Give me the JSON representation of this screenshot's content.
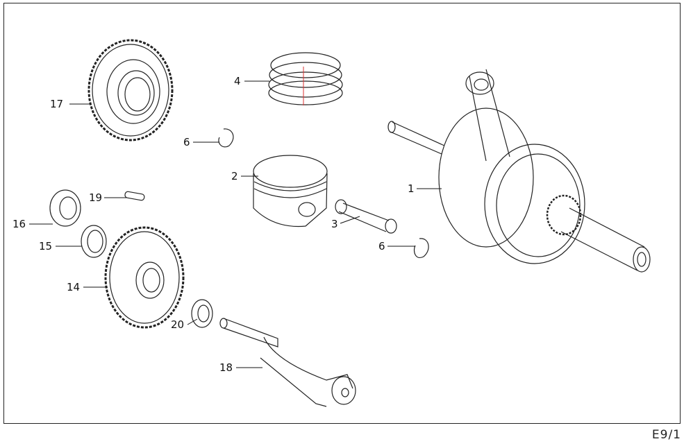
{
  "page_id": "E9/1",
  "callouts": [
    {
      "id": "c1",
      "text": "1"
    },
    {
      "id": "c2",
      "text": "2"
    },
    {
      "id": "c3",
      "text": "3"
    },
    {
      "id": "c4",
      "text": "4"
    },
    {
      "id": "c6a",
      "text": "6"
    },
    {
      "id": "c6b",
      "text": "6"
    },
    {
      "id": "c14",
      "text": "14"
    },
    {
      "id": "c15",
      "text": "15"
    },
    {
      "id": "c16",
      "text": "16"
    },
    {
      "id": "c17",
      "text": "17"
    },
    {
      "id": "c18",
      "text": "18"
    },
    {
      "id": "c19",
      "text": "19"
    },
    {
      "id": "c20",
      "text": "20"
    }
  ]
}
